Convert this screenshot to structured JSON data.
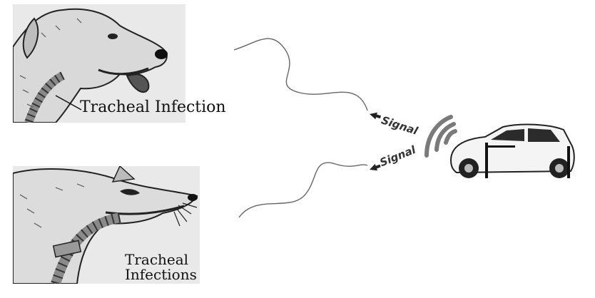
{
  "figure": {
    "top_caption": "Tracheal Infection",
    "bottom_caption_line1": "Tracheal",
    "bottom_caption_line2": "Infections",
    "signal_label_1": "Signal",
    "signal_label_2": "Signal"
  },
  "colors": {
    "panel_fill": "#e9e9e9",
    "ink": "#111111",
    "signal_waves": "#7a7a7a",
    "car_body": "#f4f4f4"
  },
  "icons": {
    "dog": "dog-head-illustration",
    "wolf": "wolf-head-illustration",
    "signal": "wifi-signal-arcs",
    "car": "car-illustration",
    "arrow": "arrow-icon"
  }
}
